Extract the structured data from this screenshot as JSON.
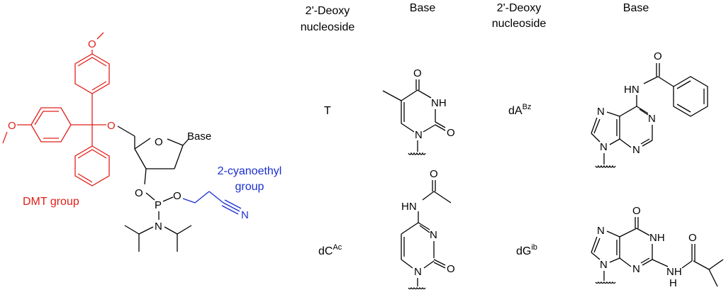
{
  "headers": {
    "col1_line1": "2'-Deoxy",
    "col1_line2": "nucleoside",
    "col2": "Base",
    "col3_line1": "2'-Deoxy",
    "col3_line2": "nucleoside",
    "col4": "Base"
  },
  "rows": [
    {
      "nucleoside": "T",
      "sup": ""
    },
    {
      "nucleoside": "dA",
      "sup": "Bz"
    },
    {
      "nucleoside": "dC",
      "sup": "Ac"
    },
    {
      "nucleoside": "dG",
      "sup": "ib"
    }
  ],
  "captions": {
    "dmt": "DMT group",
    "cyano_line1": "2-cyanoethyl",
    "cyano_line2": "group"
  },
  "labels": {
    "base": "Base",
    "O": "O",
    "N": "N",
    "P": "P",
    "NH": "NH",
    "HN": "HN",
    "H": "H"
  },
  "colors": {
    "dmt": "#e0201a",
    "cyanoethyl": "#1a2fd0",
    "default": "#000000"
  }
}
